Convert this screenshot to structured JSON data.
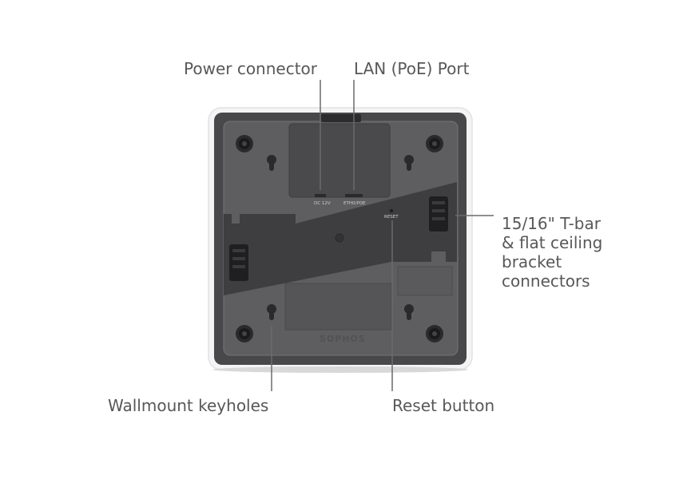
{
  "callouts": {
    "power_connector": "Power connector",
    "lan_port": "LAN (PoE) Port",
    "tbar_lines": [
      "15/16\" T-bar",
      "& flat ceiling",
      "bracket",
      "connectors"
    ],
    "wallmount_keyholes": "Wallmount keyholes",
    "reset_button": "Reset button"
  },
  "device": {
    "port_labels": {
      "dc": "DC 12V",
      "eth": "ETH0/POE",
      "reset": "RESET"
    },
    "brand": "SOPHOS"
  },
  "colors": {
    "label_text": "#58585a",
    "leader_line": "#6a6a6a",
    "device_frame": "#f2f2f2",
    "device_body": "#4a4a4c",
    "device_panel": "#5e5e60",
    "bracket_dark": "#3c3c3e"
  }
}
